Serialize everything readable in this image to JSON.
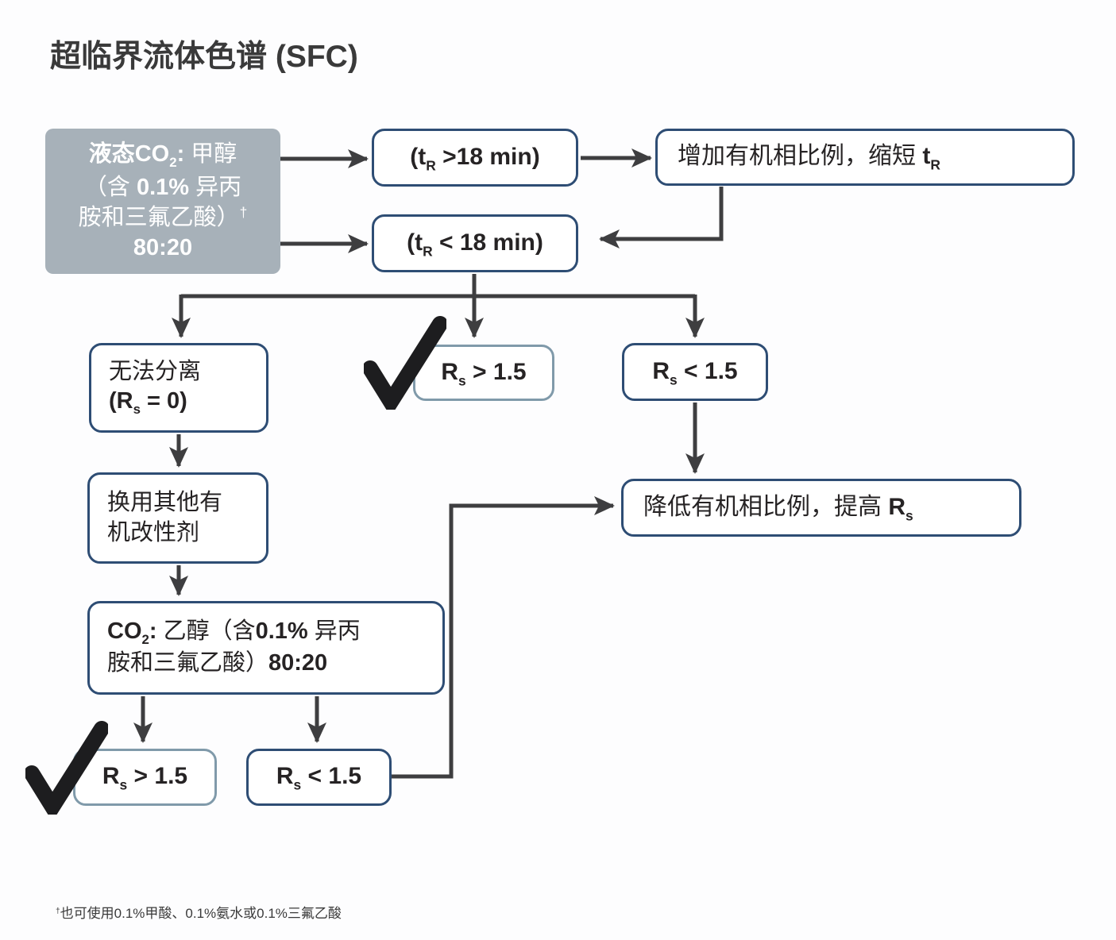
{
  "title": "超临界流体色谱 (SFC)",
  "colors": {
    "border_dark": "#2e4d74",
    "border_light": "#809aaa",
    "source_fill": "#a7b1b9",
    "arrow": "#3e3e40",
    "check": "#1d1d1f"
  },
  "nodes": {
    "source": {
      "l1_b": "液态CO",
      "l1_sub": "2",
      "l1_b2": ":",
      "l1_r": " 甲醇",
      "l2_r1": "（含 ",
      "l2_b": "0.1%",
      "l2_r2": " 异丙",
      "l3_r": "胺和三氟乙酸）",
      "l3_sup": "†",
      "l4_b": "80:20"
    },
    "tr_gt18": {
      "pre": "(t",
      "sub": "R",
      "post": " >18 min)"
    },
    "tr_lt18": {
      "pre": "(t",
      "sub": "R",
      "post": " < 18 min)"
    },
    "increase": {
      "text": "增加有机相比例，缩短 ",
      "sym": "t",
      "sub": "R"
    },
    "no_sep": {
      "line1": "无法分离",
      "pre": "(R",
      "sub": "s",
      "post": " = 0)"
    },
    "rs_gt_mid": {
      "pre": "R",
      "sub": "s",
      "post": " > 1.5"
    },
    "rs_lt_right": {
      "pre": "R",
      "sub": "s",
      "post": " < 1.5"
    },
    "change_mod": {
      "line1": "换用其他有",
      "line2": "机改性剂"
    },
    "decrease": {
      "text": "降低有机相比例，提高 ",
      "sym": "R",
      "sub": "s"
    },
    "co2_ethanol": {
      "l1_b": "CO",
      "l1_sub": "2",
      "l1_b2": ":",
      "l1_r": " 乙醇（含",
      "l1_b3": "0.1%",
      "l1_r2": " 异丙",
      "l2_r": "胺和三氟乙酸）",
      "l2_b": "80:20"
    },
    "rs_gt_bottom": {
      "pre": "R",
      "sub": "s",
      "post": " > 1.5"
    },
    "rs_lt_bottom": {
      "pre": "R",
      "sub": "s",
      "post": " < 1.5"
    }
  },
  "footnote": {
    "sup": "†",
    "text": "也可使用0.1%甲酸、0.1%氨水或0.1%三氟乙酸"
  }
}
